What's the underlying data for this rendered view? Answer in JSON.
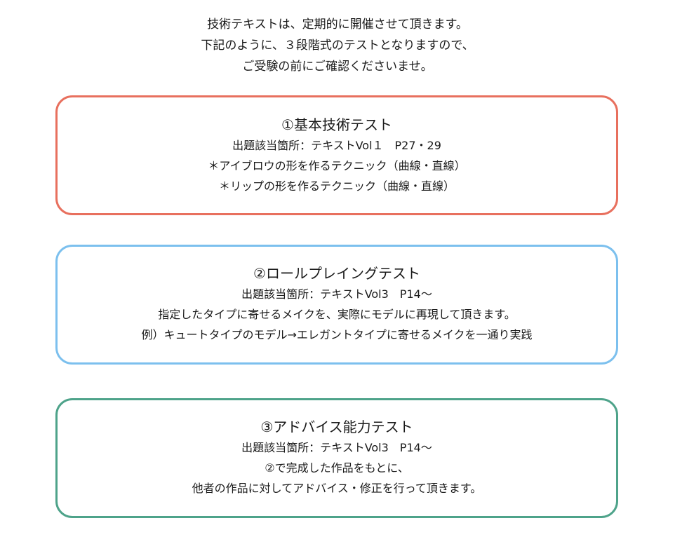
{
  "intro": {
    "lines": [
      "技術テキストは、定期的に開催させて頂きます。",
      "下記のように、３段階式のテストとなりますので、",
      "ご受験の前にご確認くださいませ。"
    ]
  },
  "sections": [
    {
      "title": "①基本技術テスト",
      "lines": [
        "出題該当箇所：テキストVol１　P27・29",
        "＊アイブロウの形を作るテクニック（曲線・直線）",
        "＊リップの形を作るテクニック（曲線・直線）"
      ],
      "border_color": "#e8705e"
    },
    {
      "title": "②ロールプレイングテスト",
      "lines": [
        "出題該当箇所：テキストVol3　P14〜",
        "指定したタイプに寄せるメイクを、実際にモデルに再現して頂きます。",
        "例）キュートタイプのモデル→エレガントタイプに寄せるメイクを一通り実践"
      ],
      "border_color": "#7cc0ee"
    },
    {
      "title": "③アドバイス能力テスト",
      "lines": [
        "出題該当箇所：テキストVol3　P14〜",
        "②で完成した作品をもとに、",
        "他者の作品に対してアドバイス・修正を行って頂きます。"
      ],
      "border_color": "#4ea38a"
    }
  ]
}
